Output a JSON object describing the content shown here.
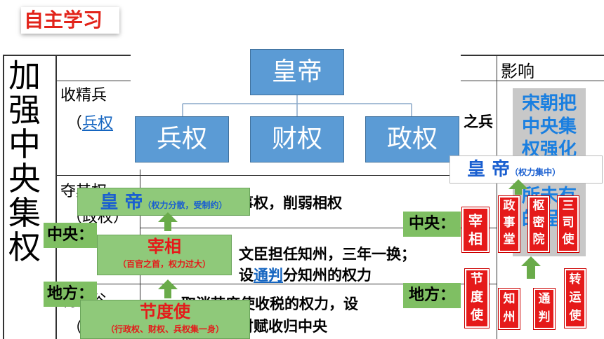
{
  "title": "自主学习",
  "table": {
    "left_column_chars": [
      "加",
      "强",
      "中",
      "央",
      "集",
      "权"
    ],
    "header_influence": "影响",
    "row1_label_line1": "收精兵",
    "row1_label_prefix": "（",
    "row1_label_link": "兵权",
    "row1_label_suffix": "）",
    "row1_right_fragment": "之兵",
    "row2_label_line1": "夺其权",
    "row2_label_line2": "（政权）",
    "row2_text": "事权，削弱相权",
    "row3_text_line1": "文臣担任知州，三年一换；",
    "row3_text_line2_prefix": "设",
    "row3_text_line2_link": "通判",
    "row3_text_line2_suffix": "分知州的权力",
    "row4_label_line1": "制钱谷",
    "row4_label_line2": "（",
    "row4_text_line1": "取消节度使收税的权力，设",
    "row4_text_line2": "财赋收归中央",
    "influence_text": "宋朝把中央集权强化到了前所未有的程度"
  },
  "org_chart": {
    "top": "皇帝",
    "children": [
      "兵权",
      "财权",
      "政权"
    ]
  },
  "left_diagram": {
    "emperor": "皇 帝",
    "emperor_note": "（权力分散，受制约）",
    "center_label": "中央：",
    "local_label": "地方：",
    "chancellor": "宰相",
    "chancellor_note": "（百官之首，权力过大）",
    "jiedushi": "节度使",
    "jiedushi_note": "（行政权、财权、兵权集一身）"
  },
  "right_diagram": {
    "emperor": "皇 帝",
    "emperor_note": "（权力集中）",
    "center_label": "中央：",
    "local_label": "地方：",
    "center_boxes": [
      "宰相",
      "政事堂",
      "枢密院",
      "三司使"
    ],
    "local_boxes": [
      "节度使",
      "知州",
      "通判",
      "转运使"
    ]
  },
  "colors": {
    "accent_red": "#e2231a",
    "box_blue": "#5b9bd5",
    "box_green": "#8fc97a",
    "box_red": "#e51a1a"
  }
}
